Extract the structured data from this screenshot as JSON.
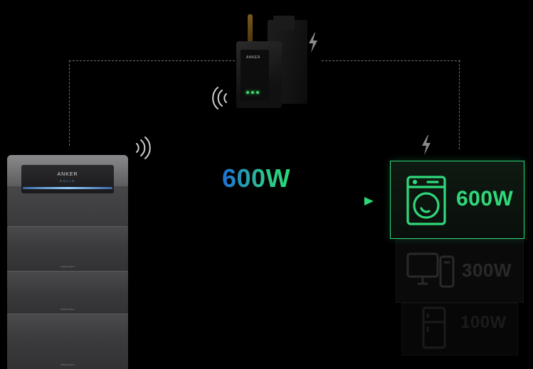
{
  "system": {
    "power_flow_label": "600W",
    "arrow_color_start": "#1f6fd6",
    "arrow_color_end": "#29d877"
  },
  "battery": {
    "brand": "ANKER",
    "sub": "SOLIX",
    "module_label": "ANKER SOLIX"
  },
  "gateway": {
    "brand": "ANKER"
  },
  "appliances": [
    {
      "name": "washing-machine",
      "watt": "600W",
      "active": true,
      "color": "#2fd97a"
    },
    {
      "name": "computer",
      "watt": "300W",
      "active": false,
      "color": "#2c2c2c"
    },
    {
      "name": "refrigerator",
      "watt": "100W",
      "active": false,
      "color": "#1e1e1e"
    }
  ],
  "icons": [
    "wifi-icon",
    "lightning-bolt-icon",
    "arrow-right-icon",
    "washing-machine-icon",
    "computer-icon",
    "refrigerator-icon"
  ]
}
